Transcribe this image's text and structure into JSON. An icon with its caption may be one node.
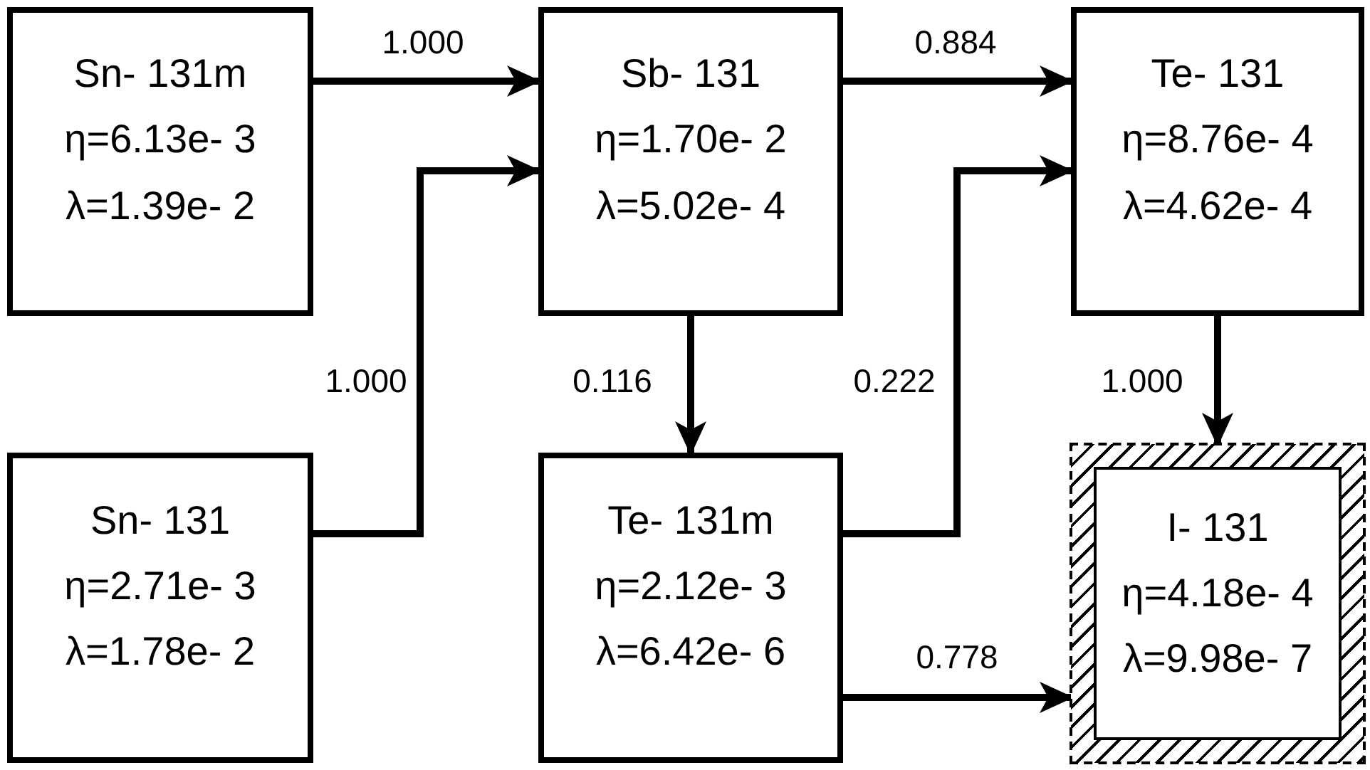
{
  "diagram": {
    "nodes": [
      {
        "text": [
          "Sn- 131m",
          "η=6.13e- 3",
          "λ=1.39e- 2"
        ]
      },
      {
        "text": [
          "Sb- 131",
          "η=1.70e- 2",
          "λ=5.02e- 4"
        ]
      },
      {
        "text": [
          "Te- 131",
          "η=8.76e- 4",
          "λ=4.62e- 4"
        ]
      },
      {
        "text": [
          "Sn- 131",
          "η=2.71e- 3",
          "λ=1.78e- 2"
        ]
      },
      {
        "text": [
          "Te- 131m",
          "η=2.12e- 3",
          "λ=6.42e- 6"
        ]
      },
      {
        "text": [
          "I- 131",
          "η=4.18e- 4",
          "λ=9.98e- 7"
        ]
      }
    ],
    "edges": [
      {
        "from": 0,
        "to": 1,
        "arrow": "to",
        "label": "1.000"
      },
      {
        "from": 3,
        "to": 1,
        "arrow": "to",
        "label": "1.000"
      },
      {
        "from": 1,
        "to": 2,
        "arrow": "to",
        "label": "0.884"
      },
      {
        "from": 1,
        "to": 4,
        "arrow": "to",
        "label": "0.116"
      },
      {
        "from": 4,
        "to": 2,
        "arrow": "to",
        "label": "0.222"
      },
      {
        "from": 2,
        "to": 5,
        "arrow": "to",
        "label": "1.000"
      },
      {
        "from": 4,
        "to": 5,
        "arrow": "to",
        "label": "0.778"
      }
    ]
  }
}
